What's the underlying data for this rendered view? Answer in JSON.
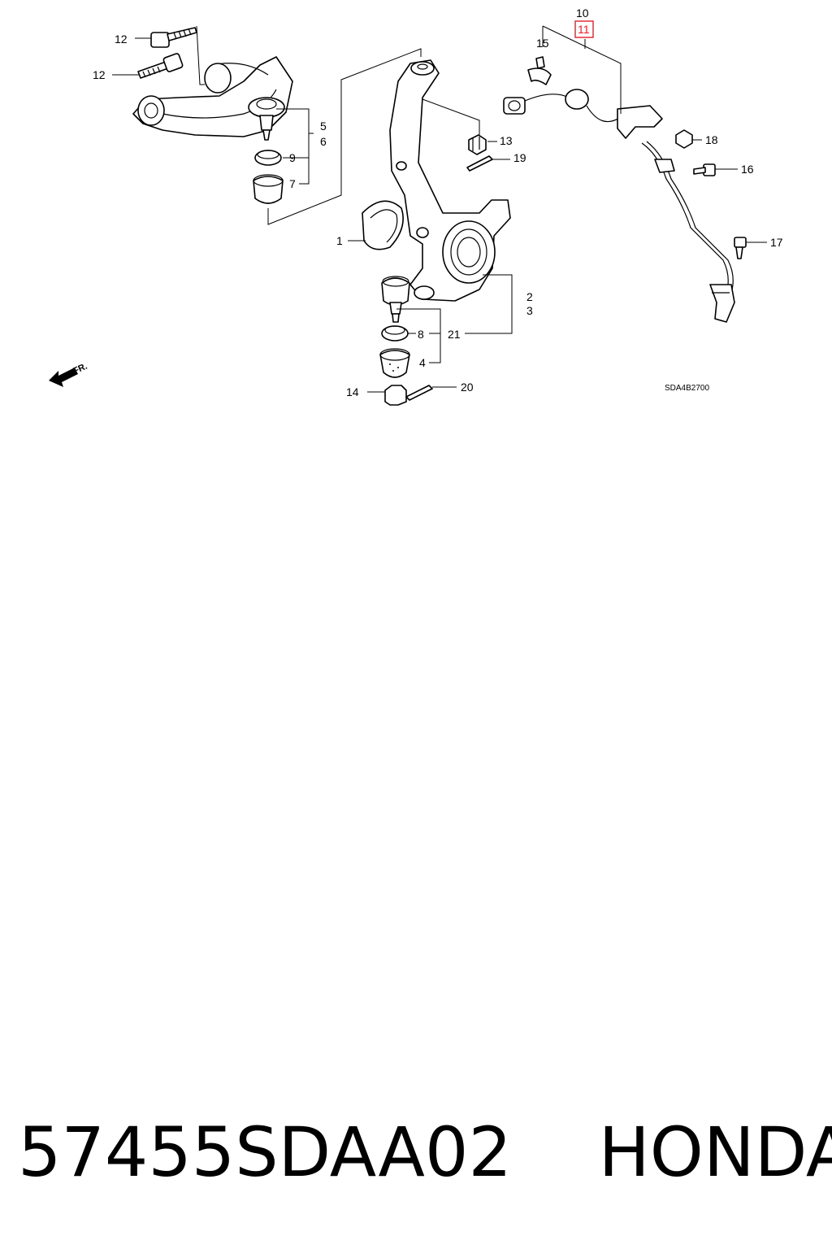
{
  "callouts": {
    "c1": "1",
    "c2": "2",
    "c3": "3",
    "c4": "4",
    "c5": "5",
    "c6": "6",
    "c7": "7",
    "c8": "8",
    "c9": "9",
    "c10": "10",
    "c11": "11",
    "c12a": "12",
    "c12b": "12",
    "c13": "13",
    "c14": "14",
    "c15": "15",
    "c16": "16",
    "c17": "17",
    "c18": "18",
    "c19": "19",
    "c20": "20",
    "c21": "21"
  },
  "front_marker": "FR.",
  "diagram_code": "SDA4B2700",
  "highlight": {
    "part_number_label": "11",
    "color": "#e0202a"
  },
  "footer": {
    "part_number": "57455SDAA02",
    "brand": "HONDA"
  }
}
